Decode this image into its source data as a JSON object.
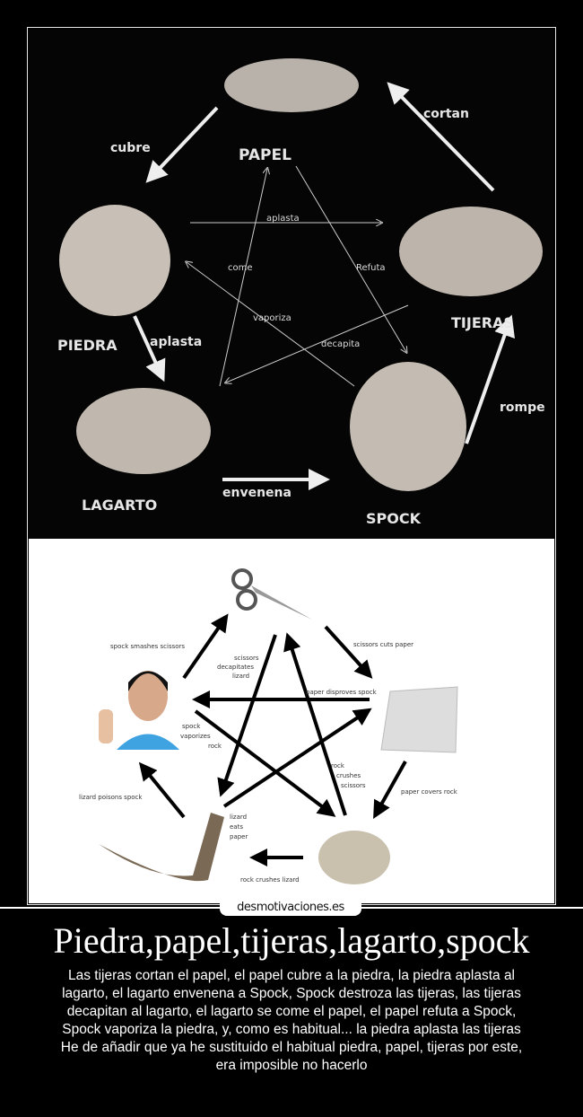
{
  "top_diagram": {
    "nodes": {
      "papel": "PAPEL",
      "piedra": "PIEDRA",
      "lagarto": "LAGARTO",
      "spock": "SPOCK",
      "tijeras": "TIJERAS"
    },
    "outer_labels": {
      "cubre": "cubre",
      "cortan": "cortan",
      "aplasta": "aplasta",
      "envenena": "envenena",
      "rompe": "rompe"
    },
    "inner_labels": {
      "aplasta": "aplasta",
      "come": "come",
      "refuta": "Refuta",
      "vaporiza": "vaporiza",
      "decapita": "decapita"
    }
  },
  "bottom_diagram": {
    "labels": {
      "spock_smashes": "spock smashes scissors",
      "scissors_cuts": "scissors cuts paper",
      "decap1": "scissors",
      "decap2": "decapitates",
      "decap3": "lizard",
      "paper_disproves": "paper disproves spock",
      "vapor1": "spock",
      "vapor2": "vaporizes",
      "vapor3": "rock",
      "crush1": "rock",
      "crush2": "crushes",
      "crush3": "scissors",
      "lizard_poisons": "lizard poisons spock",
      "paper_covers": "paper covers rock",
      "eats1": "lizard",
      "eats2": "eats",
      "eats3": "paper",
      "rock_lizard": "rock crushes lizard"
    }
  },
  "logo": "desmotivaciones.es",
  "title": "Piedra,papel,tijeras,lagarto,spock",
  "description": [
    "Las tijeras cortan el papel, el papel cubre a la piedra, la piedra aplasta al lagarto, el lagarto envenena a Spock, Spock destroza las tijeras, las tijeras decapitan al lagarto, el lagarto se come el papel, el papel refuta a Spock, Spock vaporiza la piedra, y, como es habitual... la piedra aplasta las tijeras",
    "He de añadir que ya he sustituido el habitual piedra, papel, tijeras por este, era imposible no hacerlo"
  ]
}
